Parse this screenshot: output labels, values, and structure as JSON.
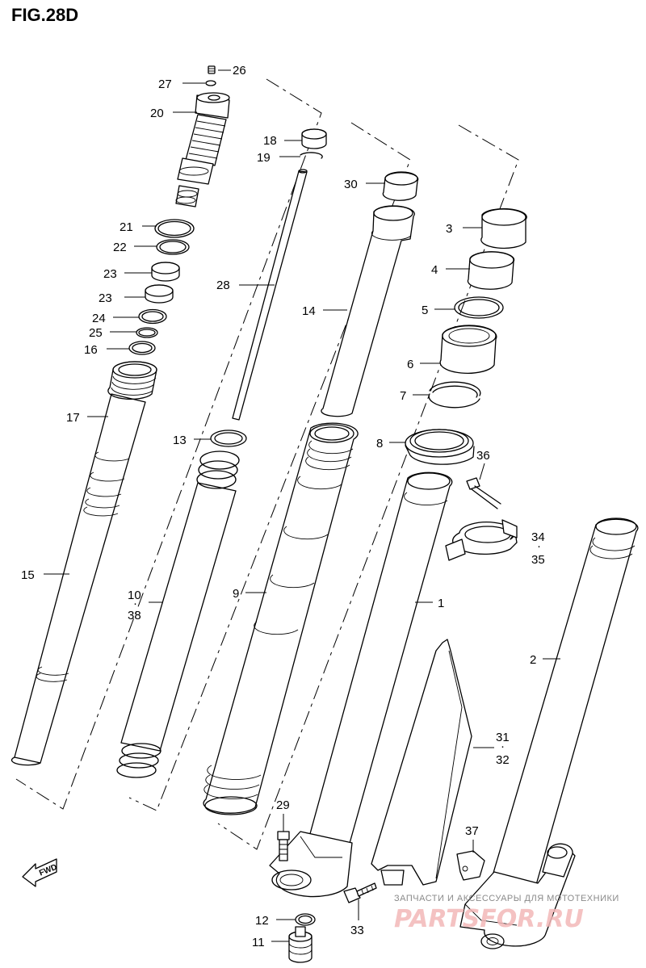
{
  "figure": {
    "title": "FIG.28D"
  },
  "callouts": [
    {
      "id": "c26",
      "text": "26"
    },
    {
      "id": "c27",
      "text": "27"
    },
    {
      "id": "c20",
      "text": "20"
    },
    {
      "id": "c18",
      "text": "18"
    },
    {
      "id": "c19",
      "text": "19"
    },
    {
      "id": "c30",
      "text": "30"
    },
    {
      "id": "c3",
      "text": "3"
    },
    {
      "id": "c21",
      "text": "21"
    },
    {
      "id": "c22",
      "text": "22"
    },
    {
      "id": "c4",
      "text": "4"
    },
    {
      "id": "c23a",
      "text": "23"
    },
    {
      "id": "c28",
      "text": "28"
    },
    {
      "id": "c23b",
      "text": "23"
    },
    {
      "id": "c14",
      "text": "14"
    },
    {
      "id": "c5",
      "text": "5"
    },
    {
      "id": "c24",
      "text": "24"
    },
    {
      "id": "c25",
      "text": "25"
    },
    {
      "id": "c16",
      "text": "16"
    },
    {
      "id": "c6",
      "text": "6"
    },
    {
      "id": "c7",
      "text": "7"
    },
    {
      "id": "c17",
      "text": "17"
    },
    {
      "id": "c13",
      "text": "13"
    },
    {
      "id": "c8",
      "text": "8"
    },
    {
      "id": "c36",
      "text": "36"
    },
    {
      "id": "c34",
      "text": "34"
    },
    {
      "id": "c35",
      "text": "35"
    },
    {
      "id": "c15",
      "text": "15"
    },
    {
      "id": "c10",
      "text": "10"
    },
    {
      "id": "c38",
      "text": "38"
    },
    {
      "id": "c9",
      "text": "9"
    },
    {
      "id": "c1",
      "text": "1"
    },
    {
      "id": "c2",
      "text": "2"
    },
    {
      "id": "c31",
      "text": "31"
    },
    {
      "id": "c32",
      "text": "32"
    },
    {
      "id": "c29",
      "text": "29"
    },
    {
      "id": "c37",
      "text": "37"
    },
    {
      "id": "c12",
      "text": "12"
    },
    {
      "id": "c33",
      "text": "33"
    },
    {
      "id": "c11",
      "text": "11"
    }
  ],
  "direction_badge": {
    "text": "FWD"
  },
  "watermark": {
    "caption": "ЗАПЧАСТИ И АКСЕССУАРЫ ДЛЯ МОТОТЕХНИКИ",
    "logo": "PARTSFOR.RU"
  }
}
